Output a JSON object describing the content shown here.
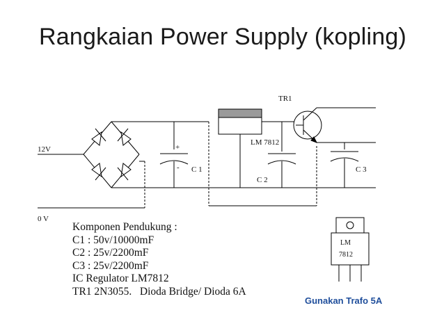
{
  "slide": {
    "title": "Rangkaian Power Supply (kopling)"
  },
  "schematic": {
    "labels": {
      "input_12v": "12V",
      "input_0v": "0 V",
      "c1": "C 1",
      "c1_plus": "+",
      "c1_minus": "-",
      "c2": "C 2",
      "c3": "C 3",
      "regulator": "LM 7812",
      "transistor": "TR1"
    },
    "package": {
      "line1": "LM",
      "line2": "7812"
    }
  },
  "components": {
    "items": [
      "Komponen Pendukung :",
      "C1 : 50v/10000mF",
      "C2 : 25v/2200mF",
      "C3 : 25v/2200mF",
      "IC Regulator LM7812",
      "TR1 2N3055.   Dioda Bridge/ Dioda 6A"
    ]
  },
  "note": "Gunakan Trafo 5A",
  "colors": {
    "note": "#1f4e9b",
    "regulator_fill": "#9a9a9a",
    "line": "#000000"
  }
}
